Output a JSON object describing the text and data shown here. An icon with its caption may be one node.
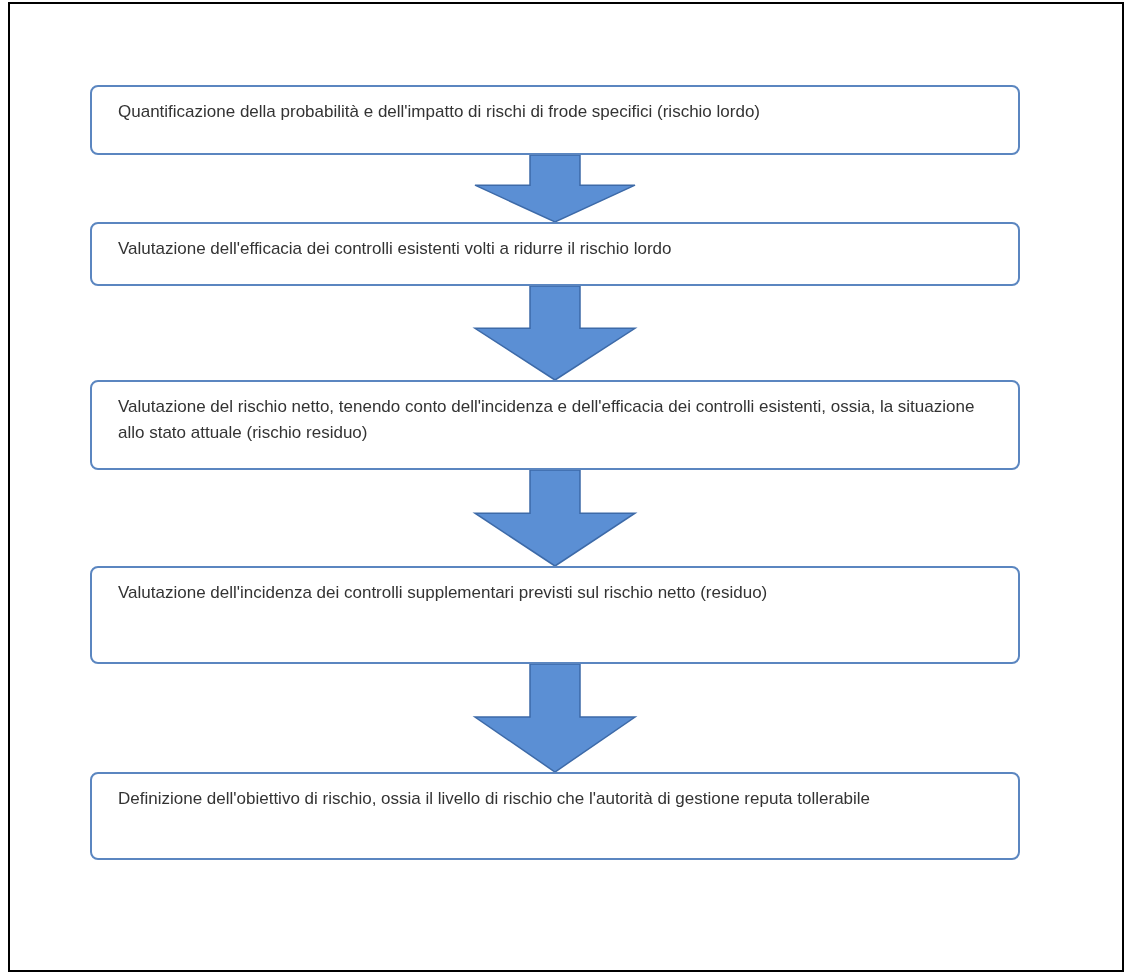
{
  "diagram": {
    "nodes": [
      {
        "text": [
          "Quantificazione della probabilità e dell'impatto di rischi di frode specifici (rischio lordo)"
        ]
      },
      {
        "text": [
          "Valutazione dell'efficacia dei controlli esistenti volti a ridurre il rischio lordo"
        ]
      },
      {
        "text": [
          "Valutazione del rischio netto, tenendo conto dell'incidenza e dell'efficacia dei controlli esistenti, ossia, la situazione allo stato attuale (rischio residuo)"
        ]
      },
      {
        "text": [
          "Valutazione dell'incidenza dei controlli supplementari previsti sul rischio netto (residuo)"
        ]
      },
      {
        "text": [
          "Definizione dell'obiettivo di rischio, ossia il livello di rischio che l'autorità di gestione reputa tollerabile"
        ]
      }
    ],
    "edges": [
      {
        "from": 0,
        "to": 1,
        "arrow": "to"
      },
      {
        "from": 1,
        "to": 2,
        "arrow": "to"
      },
      {
        "from": 2,
        "to": 3,
        "arrow": "to"
      },
      {
        "from": 3,
        "to": 4,
        "arrow": "to"
      }
    ]
  }
}
